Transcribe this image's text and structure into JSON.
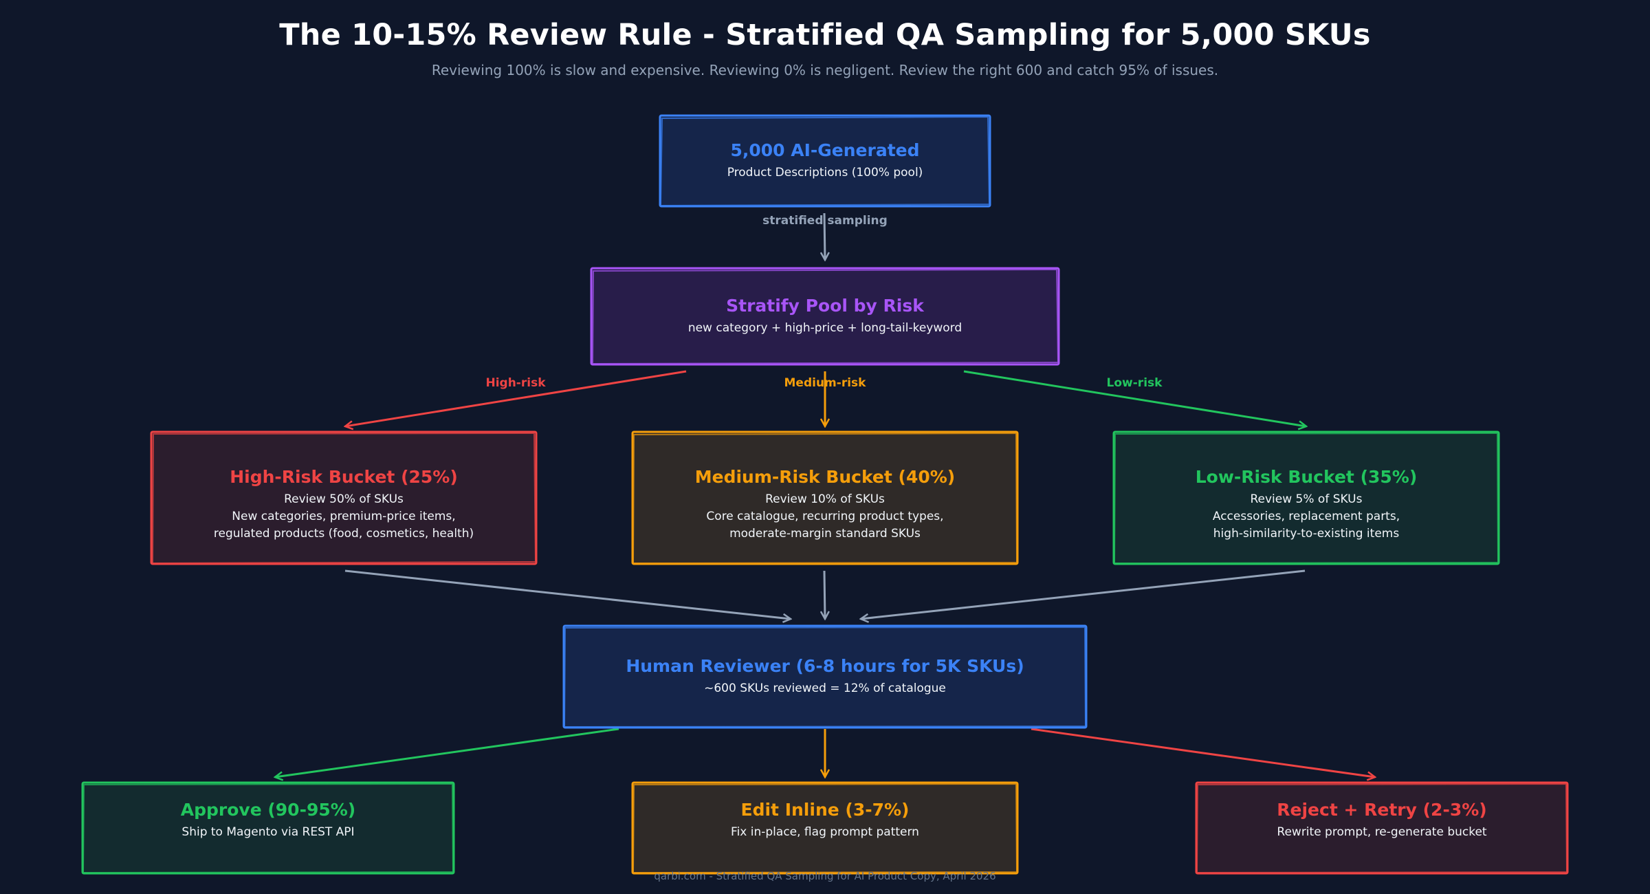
{
  "title": "The 10-15% Review Rule - Stratified QA Sampling for 5,000 SKUs",
  "subtitle": "Reviewing 100% is slow and expensive. Reviewing 0% is negligent. Review the right 600 and catch 95% of issues.",
  "colors": {
    "background": "#0f172a",
    "blue": "#3b82f6",
    "purple": "#a855f7",
    "red": "#ef4444",
    "orange": "#f59e0b",
    "green": "#22c55e",
    "gray": "#94a3b8"
  },
  "nodes": {
    "pool": {
      "title": "5,000 AI-Generated",
      "lines": [
        "Product Descriptions (100% pool)"
      ]
    },
    "stratify": {
      "title": "Stratify Pool by Risk",
      "lines": [
        "new category + high-price + long-tail-keyword"
      ]
    },
    "high": {
      "title": "High-Risk Bucket (25%)",
      "lines": [
        "Review 50% of SKUs",
        "New categories, premium-price items,",
        "regulated products (food, cosmetics, health)"
      ]
    },
    "medium": {
      "title": "Medium-Risk Bucket (40%)",
      "lines": [
        "Review 10% of SKUs",
        "Core catalogue, recurring product types,",
        "moderate-margin standard SKUs"
      ]
    },
    "low": {
      "title": "Low-Risk Bucket (35%)",
      "lines": [
        "Review 5% of SKUs",
        "Accessories, replacement parts,",
        "high-similarity-to-existing items"
      ]
    },
    "reviewer": {
      "title": "Human Reviewer (6-8 hours for 5K SKUs)",
      "lines": [
        "~600 SKUs reviewed = 12% of catalogue"
      ]
    },
    "approve": {
      "title": "Approve (90-95%)",
      "lines": [
        "Ship to Magento via REST API"
      ]
    },
    "edit": {
      "title": "Edit Inline (3-7%)",
      "lines": [
        "Fix in-place, flag prompt pattern"
      ]
    },
    "reject": {
      "title": "Reject + Retry (2-3%)",
      "lines": [
        "Rewrite prompt, re-generate bucket"
      ]
    }
  },
  "edge_labels": {
    "sampling": "stratified sampling",
    "high": "High-risk",
    "medium": "Medium-risk",
    "low": "Low-risk"
  },
  "footer": "qarbi.com - Stratified QA Sampling for AI Product Copy, April 2026"
}
